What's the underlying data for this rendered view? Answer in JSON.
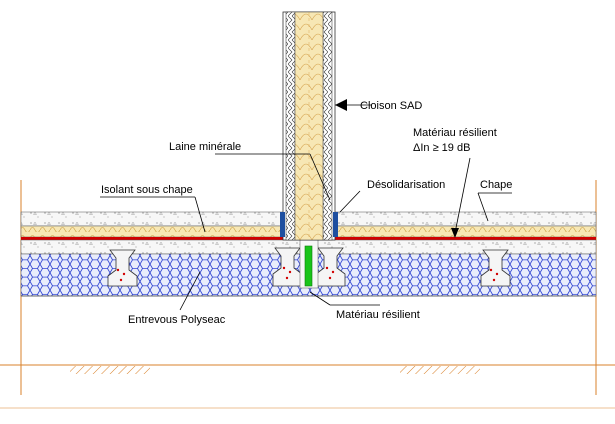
{
  "labels": {
    "cloison": "Cloison SAD",
    "laine": "Laine minérale",
    "materiau_top_1": "Matériau résilient",
    "materiau_top_2": "ΔIn ≥ 19 dB",
    "isolant": "Isolant sous chape",
    "desolidarisation": "Désolidarisation",
    "chape": "Chape",
    "entrevous": "Entrevous Polyseac",
    "materiau_bottom": "Matériau résilient"
  },
  "colors": {
    "laine": "#f7e7b4",
    "isolant": "#f7e7b4",
    "resilient_red": "#d10000",
    "blue_band": "#1e4fa0",
    "green_strip": "#19c419",
    "hex_fill": "#2b3fd0",
    "hex_bg": "#c9d3f3",
    "concrete": "#f2f2f2",
    "dim_line": "#d9822b"
  },
  "icons": [
    "arrow-left-icon",
    "hatch-pattern-icon",
    "hex-pattern-icon"
  ]
}
